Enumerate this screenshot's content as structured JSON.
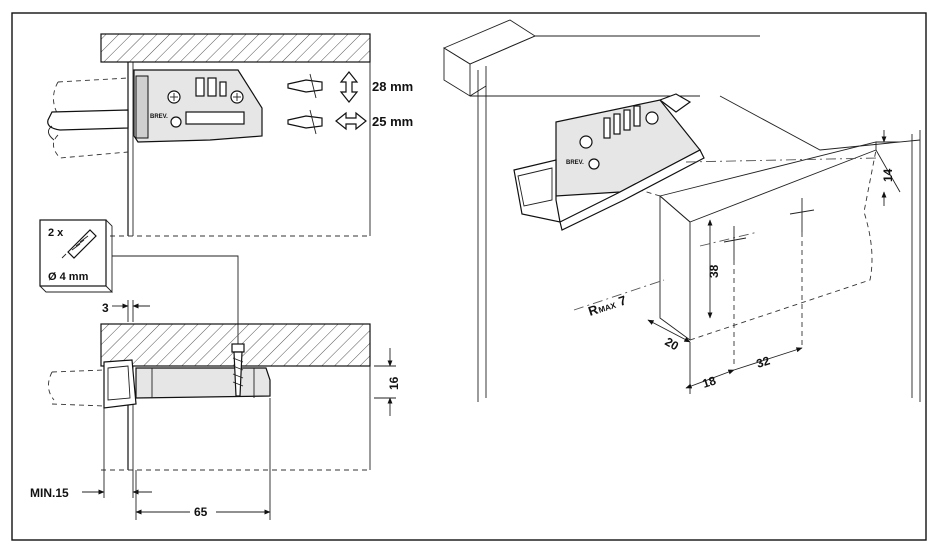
{
  "labels": {
    "screw_count": "2 x",
    "screw_diameter": "Ø 4 mm",
    "adjust_vertical": "28 mm",
    "adjust_horizontal": "25 mm",
    "gap": "3",
    "thickness": "16",
    "min_distance": "MIN.15",
    "depth": "65",
    "radius_r": "R",
    "radius_max": "MAX",
    "radius_val": "7",
    "dim_14": "14",
    "dim_38": "38",
    "dim_20": "20",
    "dim_18": "18",
    "dim_32": "32",
    "brand": "BREV."
  },
  "colors": {
    "line": "#111111",
    "hatch": "#555555",
    "part_fill": "#e6e6e6",
    "background": "#ffffff"
  }
}
